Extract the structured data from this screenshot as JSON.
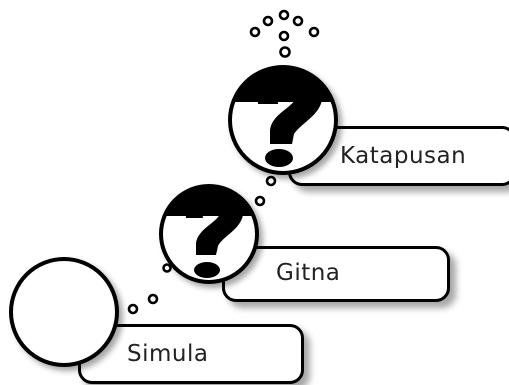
{
  "steps": [
    {
      "label": "Simula",
      "icon": "blank-circle-icon"
    },
    {
      "label": "Gitna",
      "icon": "question-mark-icon"
    },
    {
      "label": "Katapusan",
      "icon": "question-mark-icon"
    }
  ],
  "colors": {
    "stroke": "#000000",
    "fill": "#ffffff",
    "text": "#222222"
  }
}
